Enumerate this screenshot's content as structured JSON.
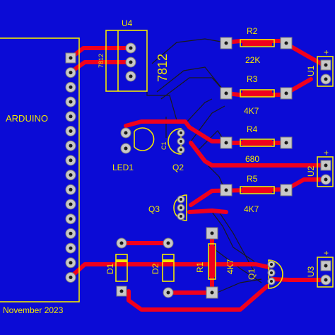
{
  "board": {
    "footer_text": "November 2023",
    "arduino_label": "ARDUINO",
    "colors": {
      "background": "#0b0bd6",
      "silk": "#f2e900",
      "copper": "#f0001d",
      "pad": "#c8c8c8"
    }
  },
  "regulator": {
    "ref": "U4",
    "value_small": "7812",
    "value_large": "7812"
  },
  "resistors": [
    {
      "ref": "R2",
      "value": "22K"
    },
    {
      "ref": "R3",
      "value": "4K7"
    },
    {
      "ref": "R4",
      "value": "680"
    },
    {
      "ref": "R5",
      "value": "4K7"
    },
    {
      "ref": "R1",
      "value": "4K7"
    }
  ],
  "connectors": [
    {
      "ref": "U1",
      "plus": "+"
    },
    {
      "ref": "U2",
      "plus": "+"
    },
    {
      "ref": "U3",
      "plus": "+"
    }
  ],
  "transistors": [
    {
      "ref": "Q1"
    },
    {
      "ref": "Q2"
    },
    {
      "ref": "Q3"
    }
  ],
  "led": {
    "ref": "LED1",
    "mark": "C1"
  },
  "diodes": [
    {
      "ref": "D1"
    },
    {
      "ref": "D2"
    }
  ]
}
